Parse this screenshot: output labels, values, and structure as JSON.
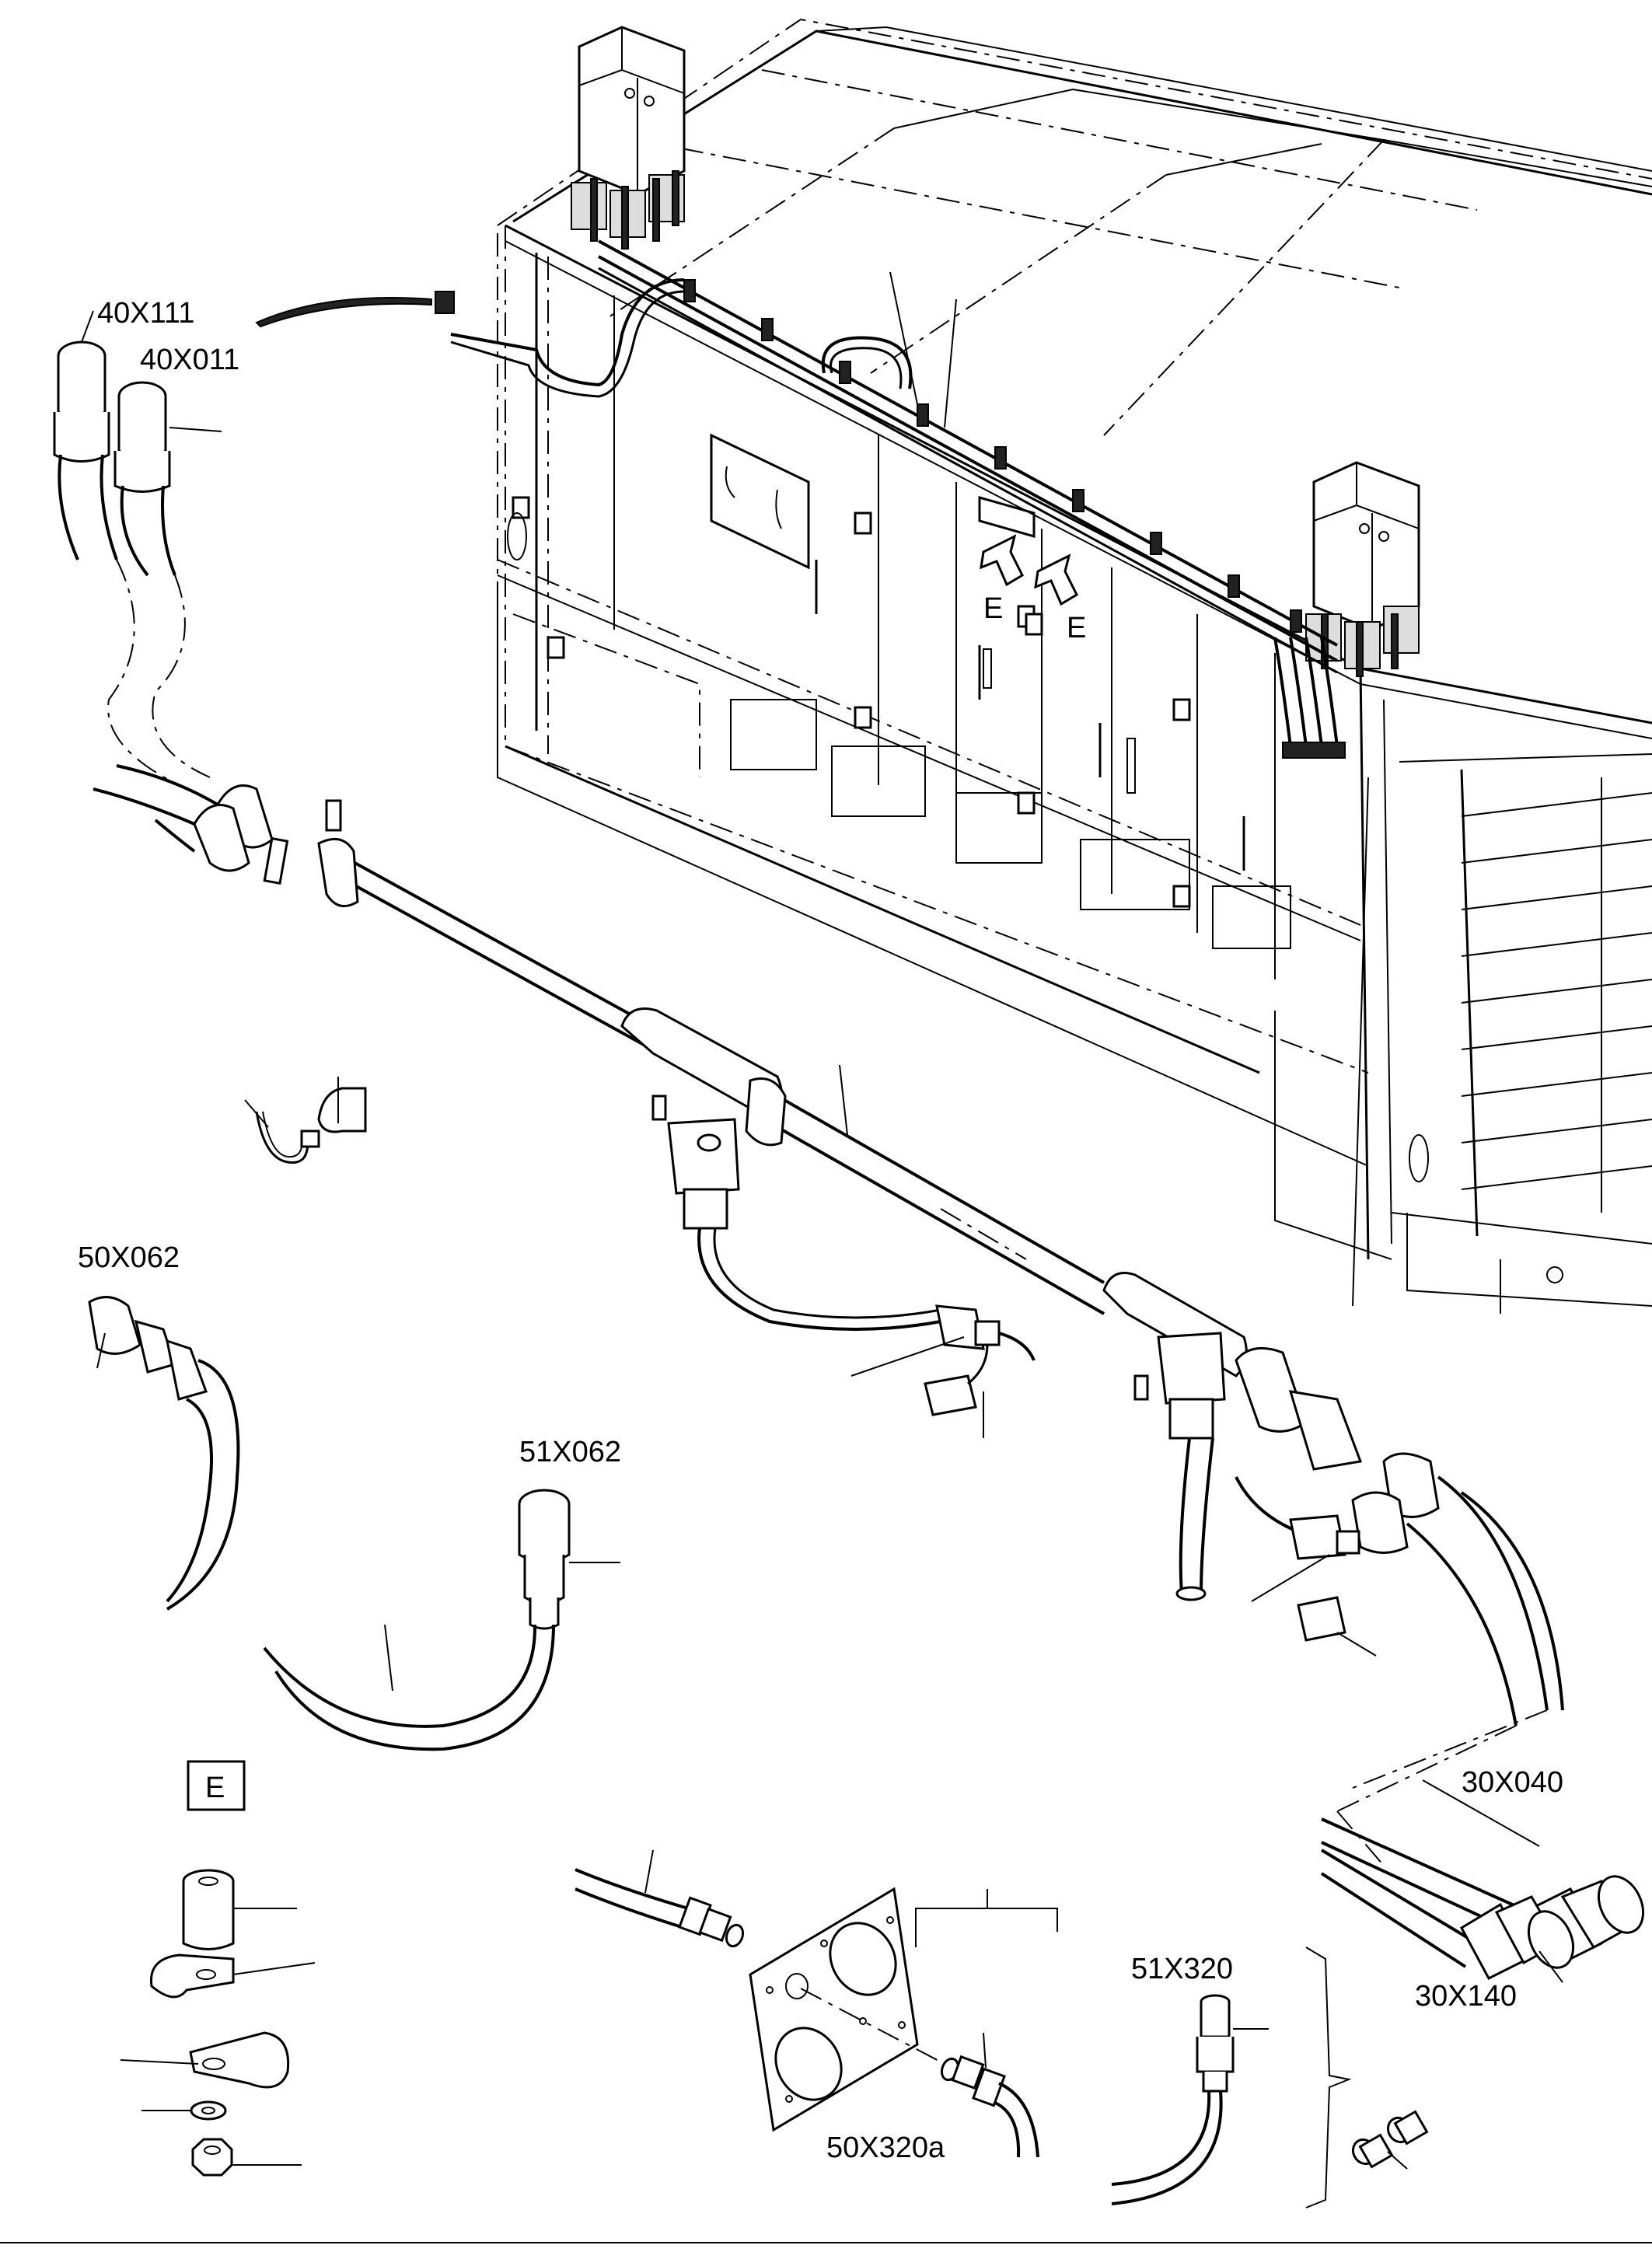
{
  "connectors": {
    "c40x111": "40X111",
    "c40x011": "40X011",
    "c50x062": "50X062",
    "c51x062": "51X062",
    "c30x040": "30X040",
    "c30x140": "30X140",
    "c51x320": "51X320",
    "c50x320a": "50X320a"
  },
  "markers": {
    "view_arrow_1": "E",
    "view_arrow_2": "E",
    "detail_box": "E"
  },
  "icons": {
    "view-arrow": "arrow-up-right",
    "detail-box": "square-frame"
  }
}
